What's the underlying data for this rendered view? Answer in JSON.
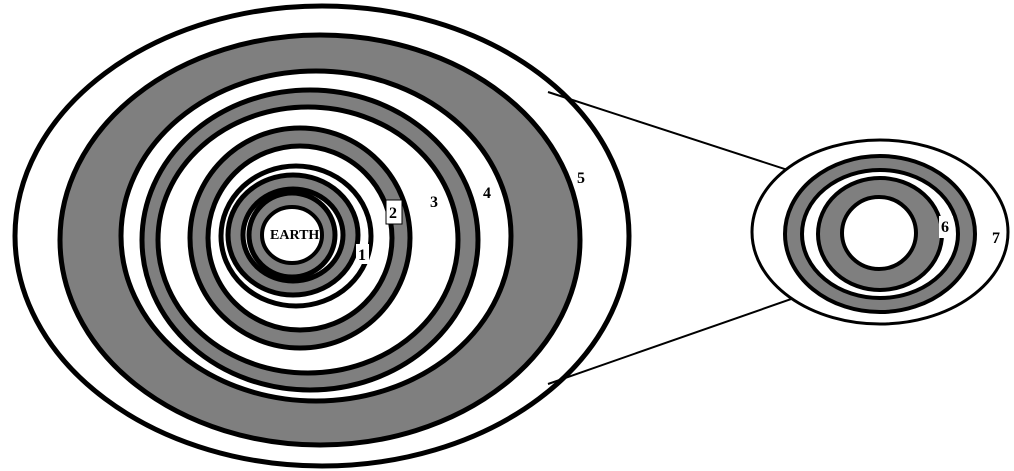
{
  "diagram": {
    "center_label": "EARTH",
    "labels": [
      "1",
      "2",
      "3",
      "4",
      "5",
      "6",
      "7"
    ]
  },
  "colors": {
    "band": "#7f7f7f",
    "stroke": "#000000",
    "background": "#ffffff"
  }
}
